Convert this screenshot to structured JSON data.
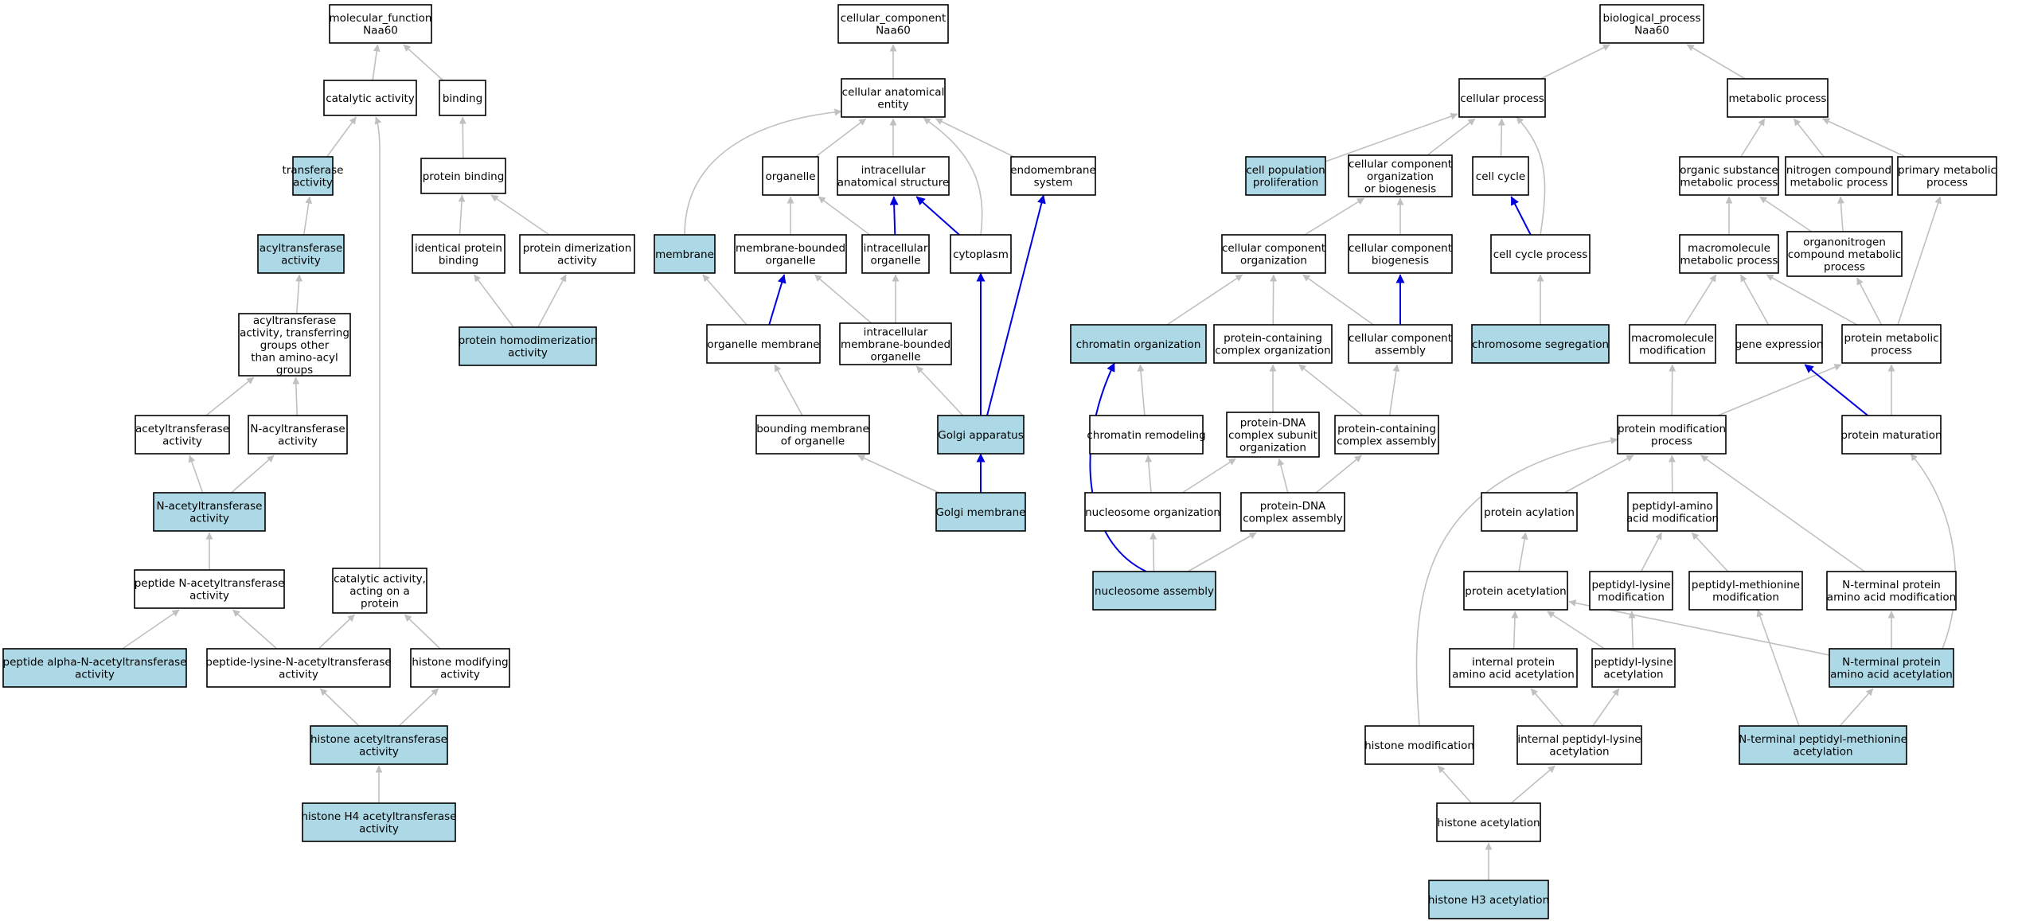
{
  "colors": {
    "highlight": "#add8e6",
    "plain": "#ffffff",
    "edge_gray": "#c0c0c0",
    "edge_blue": "#0000dd"
  },
  "nodes": [
    {
      "id": "mf",
      "lines": [
        "molecular_function",
        "Naa60"
      ],
      "hl": false
    },
    {
      "id": "catalytic",
      "lines": [
        "catalytic activity"
      ],
      "hl": false
    },
    {
      "id": "binding",
      "lines": [
        "binding"
      ],
      "hl": false
    },
    {
      "id": "transferase",
      "lines": [
        "transferase",
        "activity"
      ],
      "hl": true
    },
    {
      "id": "protbinding",
      "lines": [
        "protein binding"
      ],
      "hl": false
    },
    {
      "id": "acyltransferase",
      "lines": [
        "acyltransferase",
        "activity"
      ],
      "hl": true
    },
    {
      "id": "identprot",
      "lines": [
        "identical protein",
        "binding"
      ],
      "hl": false
    },
    {
      "id": "protdimer",
      "lines": [
        "protein dimerization",
        "activity"
      ],
      "hl": false
    },
    {
      "id": "acylother",
      "lines": [
        "acyltransferase",
        "activity, transferring",
        "groups other",
        "than amino-acyl",
        "groups"
      ],
      "hl": false
    },
    {
      "id": "homodimer",
      "lines": [
        "protein homodimerization",
        "activity"
      ],
      "hl": true
    },
    {
      "id": "acetyltrans",
      "lines": [
        "acetyltransferase",
        "activity"
      ],
      "hl": false
    },
    {
      "id": "nacyl",
      "lines": [
        "N-acyltransferase",
        "activity"
      ],
      "hl": false
    },
    {
      "id": "nacetyl",
      "lines": [
        "N-acetyltransferase",
        "activity"
      ],
      "hl": true
    },
    {
      "id": "peptidenacetyl",
      "lines": [
        "peptide N-acetyltransferase",
        "activity"
      ],
      "hl": false
    },
    {
      "id": "catprot",
      "lines": [
        "catalytic activity,",
        "acting on a",
        "protein"
      ],
      "hl": false
    },
    {
      "id": "pepalpha",
      "lines": [
        "peptide alpha-N-acetyltransferase",
        "activity"
      ],
      "hl": true
    },
    {
      "id": "peplysine",
      "lines": [
        "peptide-lysine-N-acetyltransferase",
        "activity"
      ],
      "hl": false
    },
    {
      "id": "histmod",
      "lines": [
        "histone modifying",
        "activity"
      ],
      "hl": false
    },
    {
      "id": "histacetyltrans",
      "lines": [
        "histone acetyltransferase",
        "activity"
      ],
      "hl": true
    },
    {
      "id": "h4",
      "lines": [
        "histone H4 acetyltransferase",
        "activity"
      ],
      "hl": true
    },
    {
      "id": "cc",
      "lines": [
        "cellular_component",
        "Naa60"
      ],
      "hl": false
    },
    {
      "id": "cae",
      "lines": [
        "cellular anatomical",
        "entity"
      ],
      "hl": false
    },
    {
      "id": "organelle",
      "lines": [
        "organelle"
      ],
      "hl": false
    },
    {
      "id": "ias",
      "lines": [
        "intracellular",
        "anatomical structure"
      ],
      "hl": false
    },
    {
      "id": "endomem",
      "lines": [
        "endomembrane",
        "system"
      ],
      "hl": false
    },
    {
      "id": "membrane",
      "lines": [
        "membrane"
      ],
      "hl": true
    },
    {
      "id": "mbo",
      "lines": [
        "membrane-bounded",
        "organelle"
      ],
      "hl": false
    },
    {
      "id": "io",
      "lines": [
        "intracellular",
        "organelle"
      ],
      "hl": false
    },
    {
      "id": "cytoplasm",
      "lines": [
        "cytoplasm"
      ],
      "hl": false
    },
    {
      "id": "orgmem",
      "lines": [
        "organelle membrane"
      ],
      "hl": false
    },
    {
      "id": "imbo",
      "lines": [
        "intracellular",
        "membrane-bounded",
        "organelle"
      ],
      "hl": false
    },
    {
      "id": "bmo",
      "lines": [
        "bounding membrane",
        "of organelle"
      ],
      "hl": false
    },
    {
      "id": "golgi",
      "lines": [
        "Golgi apparatus"
      ],
      "hl": true
    },
    {
      "id": "golgimem",
      "lines": [
        "Golgi membrane"
      ],
      "hl": true
    },
    {
      "id": "bp",
      "lines": [
        "biological_process",
        "Naa60"
      ],
      "hl": false
    },
    {
      "id": "cellproc",
      "lines": [
        "cellular process"
      ],
      "hl": false
    },
    {
      "id": "metproc",
      "lines": [
        "metabolic process"
      ],
      "hl": false
    },
    {
      "id": "cellpop",
      "lines": [
        "cell population",
        "proliferation"
      ],
      "hl": true
    },
    {
      "id": "ccob",
      "lines": [
        "cellular component",
        "organization",
        "or biogenesis"
      ],
      "hl": false
    },
    {
      "id": "cellcycle",
      "lines": [
        "cell cycle"
      ],
      "hl": false
    },
    {
      "id": "osmp",
      "lines": [
        "organic substance",
        "metabolic process"
      ],
      "hl": false
    },
    {
      "id": "ncmp",
      "lines": [
        "nitrogen compound",
        "metabolic process"
      ],
      "hl": false
    },
    {
      "id": "pmp",
      "lines": [
        "primary metabolic",
        "process"
      ],
      "hl": false
    },
    {
      "id": "cco",
      "lines": [
        "cellular component",
        "organization"
      ],
      "hl": false
    },
    {
      "id": "ccb",
      "lines": [
        "cellular component",
        "biogenesis"
      ],
      "hl": false
    },
    {
      "id": "ccp",
      "lines": [
        "cell cycle process"
      ],
      "hl": false
    },
    {
      "id": "mmp",
      "lines": [
        "macromolecule",
        "metabolic process"
      ],
      "hl": false
    },
    {
      "id": "ocmp",
      "lines": [
        "organonitrogen",
        "compound metabolic",
        "process"
      ],
      "hl": false
    },
    {
      "id": "chromorg",
      "lines": [
        "chromatin organization"
      ],
      "hl": true
    },
    {
      "id": "pcco",
      "lines": [
        "protein-containing",
        "complex organization"
      ],
      "hl": false
    },
    {
      "id": "cca",
      "lines": [
        "cellular component",
        "assembly"
      ],
      "hl": false
    },
    {
      "id": "chromseg",
      "lines": [
        "chromosome segregation"
      ],
      "hl": true
    },
    {
      "id": "mmod",
      "lines": [
        "macromolecule",
        "modification"
      ],
      "hl": false
    },
    {
      "id": "geneexp",
      "lines": [
        "gene expression"
      ],
      "hl": false
    },
    {
      "id": "protmet",
      "lines": [
        "protein metabolic",
        "process"
      ],
      "hl": false
    },
    {
      "id": "chromrem",
      "lines": [
        "chromatin remodeling"
      ],
      "hl": false
    },
    {
      "id": "pdnacso",
      "lines": [
        "protein-DNA",
        "complex subunit",
        "organization"
      ],
      "hl": false
    },
    {
      "id": "pcca",
      "lines": [
        "protein-containing",
        "complex assembly"
      ],
      "hl": false
    },
    {
      "id": "pmodproc",
      "lines": [
        "protein modification",
        "process"
      ],
      "hl": false
    },
    {
      "id": "protmat",
      "lines": [
        "protein maturation"
      ],
      "hl": false
    },
    {
      "id": "nucorg",
      "lines": [
        "nucleosome organization"
      ],
      "hl": false
    },
    {
      "id": "pdnaca",
      "lines": [
        "protein-DNA",
        "complex assembly"
      ],
      "hl": false
    },
    {
      "id": "protacyl",
      "lines": [
        "protein acylation"
      ],
      "hl": false
    },
    {
      "id": "pamod",
      "lines": [
        "peptidyl-amino",
        "acid modification"
      ],
      "hl": false
    },
    {
      "id": "nucasm",
      "lines": [
        "nucleosome assembly"
      ],
      "hl": true
    },
    {
      "id": "protacet",
      "lines": [
        "protein acetylation"
      ],
      "hl": false
    },
    {
      "id": "plmod",
      "lines": [
        "peptidyl-lysine",
        "modification"
      ],
      "hl": false
    },
    {
      "id": "pmmod",
      "lines": [
        "peptidyl-methionine",
        "modification"
      ],
      "hl": false
    },
    {
      "id": "ntpaam",
      "lines": [
        "N-terminal protein",
        "amino acid modification"
      ],
      "hl": false
    },
    {
      "id": "ipaaa",
      "lines": [
        "internal protein",
        "amino acid acetylation"
      ],
      "hl": false
    },
    {
      "id": "placet",
      "lines": [
        "peptidyl-lysine",
        "acetylation"
      ],
      "hl": false
    },
    {
      "id": "ntpaaa",
      "lines": [
        "N-terminal protein",
        "amino acid acetylation"
      ],
      "hl": true
    },
    {
      "id": "histmodproc",
      "lines": [
        "histone modification"
      ],
      "hl": false
    },
    {
      "id": "iplacet",
      "lines": [
        "internal peptidyl-lysine",
        "acetylation"
      ],
      "hl": false
    },
    {
      "id": "ntpma",
      "lines": [
        "N-terminal peptidyl-methionine",
        "acetylation"
      ],
      "hl": true
    },
    {
      "id": "histacet",
      "lines": [
        "histone acetylation"
      ],
      "hl": false
    },
    {
      "id": "h3",
      "lines": [
        "histone H3 acetylation"
      ],
      "hl": true
    }
  ],
  "edges": [
    {
      "from": "catalytic",
      "to": "mf",
      "color": "gray"
    },
    {
      "from": "binding",
      "to": "mf",
      "color": "gray"
    },
    {
      "from": "transferase",
      "to": "catalytic",
      "color": "gray"
    },
    {
      "from": "protbinding",
      "to": "binding",
      "color": "gray"
    },
    {
      "from": "acyltransferase",
      "to": "transferase",
      "color": "gray"
    },
    {
      "from": "identprot",
      "to": "protbinding",
      "color": "gray"
    },
    {
      "from": "protdimer",
      "to": "protbinding",
      "color": "gray"
    },
    {
      "from": "acylother",
      "to": "acyltransferase",
      "color": "gray"
    },
    {
      "from": "homodimer",
      "to": "identprot",
      "color": "gray"
    },
    {
      "from": "homodimer",
      "to": "protdimer",
      "color": "gray"
    },
    {
      "from": "acetyltrans",
      "to": "acylother",
      "color": "gray"
    },
    {
      "from": "nacyl",
      "to": "acylother",
      "color": "gray"
    },
    {
      "from": "nacetyl",
      "to": "acetyltrans",
      "color": "gray"
    },
    {
      "from": "nacetyl",
      "to": "nacyl",
      "color": "gray"
    },
    {
      "from": "peptidenacetyl",
      "to": "nacetyl",
      "color": "gray"
    },
    {
      "from": "catprot",
      "to": "catalytic",
      "color": "gray"
    },
    {
      "from": "pepalpha",
      "to": "peptidenacetyl",
      "color": "gray"
    },
    {
      "from": "peplysine",
      "to": "peptidenacetyl",
      "color": "gray"
    },
    {
      "from": "peplysine",
      "to": "catprot",
      "color": "gray"
    },
    {
      "from": "histmod",
      "to": "catprot",
      "color": "gray"
    },
    {
      "from": "histacetyltrans",
      "to": "peplysine",
      "color": "gray"
    },
    {
      "from": "histacetyltrans",
      "to": "histmod",
      "color": "gray"
    },
    {
      "from": "h4",
      "to": "histacetyltrans",
      "color": "gray"
    },
    {
      "from": "cae",
      "to": "cc",
      "color": "gray"
    },
    {
      "from": "organelle",
      "to": "cae",
      "color": "gray"
    },
    {
      "from": "ias",
      "to": "cae",
      "color": "gray"
    },
    {
      "from": "endomem",
      "to": "cae",
      "color": "gray"
    },
    {
      "from": "membrane",
      "to": "cae",
      "color": "gray"
    },
    {
      "from": "cytoplasm",
      "to": "cae",
      "color": "gray"
    },
    {
      "from": "mbo",
      "to": "organelle",
      "color": "gray"
    },
    {
      "from": "io",
      "to": "organelle",
      "color": "gray"
    },
    {
      "from": "io",
      "to": "ias",
      "color": "blue"
    },
    {
      "from": "cytoplasm",
      "to": "ias",
      "color": "blue"
    },
    {
      "from": "orgmem",
      "to": "membrane",
      "color": "gray"
    },
    {
      "from": "orgmem",
      "to": "mbo",
      "color": "blue"
    },
    {
      "from": "imbo",
      "to": "mbo",
      "color": "gray"
    },
    {
      "from": "imbo",
      "to": "io",
      "color": "gray"
    },
    {
      "from": "bmo",
      "to": "orgmem",
      "color": "gray"
    },
    {
      "from": "golgi",
      "to": "imbo",
      "color": "gray"
    },
    {
      "from": "golgi",
      "to": "cytoplasm",
      "color": "blue"
    },
    {
      "from": "golgi",
      "to": "endomem",
      "color": "blue"
    },
    {
      "from": "golgimem",
      "to": "golgi",
      "color": "blue"
    },
    {
      "from": "golgimem",
      "to": "bmo",
      "color": "gray"
    },
    {
      "from": "cellproc",
      "to": "bp",
      "color": "gray"
    },
    {
      "from": "metproc",
      "to": "bp",
      "color": "gray"
    },
    {
      "from": "cellpop",
      "to": "cellproc",
      "color": "gray"
    },
    {
      "from": "ccob",
      "to": "cellproc",
      "color": "gray"
    },
    {
      "from": "cellcycle",
      "to": "cellproc",
      "color": "gray"
    },
    {
      "from": "ccp",
      "to": "cellproc",
      "color": "gray"
    },
    {
      "from": "osmp",
      "to": "metproc",
      "color": "gray"
    },
    {
      "from": "ncmp",
      "to": "metproc",
      "color": "gray"
    },
    {
      "from": "pmp",
      "to": "metproc",
      "color": "gray"
    },
    {
      "from": "cco",
      "to": "ccob",
      "color": "gray"
    },
    {
      "from": "ccb",
      "to": "ccob",
      "color": "gray"
    },
    {
      "from": "ccp",
      "to": "cellcycle",
      "color": "blue"
    },
    {
      "from": "mmp",
      "to": "osmp",
      "color": "gray"
    },
    {
      "from": "ocmp",
      "to": "osmp",
      "color": "gray"
    },
    {
      "from": "ocmp",
      "to": "ncmp",
      "color": "gray"
    },
    {
      "from": "chromorg",
      "to": "cco",
      "color": "gray"
    },
    {
      "from": "pcco",
      "to": "cco",
      "color": "gray"
    },
    {
      "from": "cca",
      "to": "cco",
      "color": "gray"
    },
    {
      "from": "cca",
      "to": "ccb",
      "color": "blue"
    },
    {
      "from": "chromseg",
      "to": "ccp",
      "color": "gray"
    },
    {
      "from": "mmod",
      "to": "mmp",
      "color": "gray"
    },
    {
      "from": "geneexp",
      "to": "mmp",
      "color": "gray"
    },
    {
      "from": "protmet",
      "to": "mmp",
      "color": "gray"
    },
    {
      "from": "protmet",
      "to": "ocmp",
      "color": "gray"
    },
    {
      "from": "protmet",
      "to": "pmp",
      "color": "gray"
    },
    {
      "from": "chromrem",
      "to": "chromorg",
      "color": "gray"
    },
    {
      "from": "pdnacso",
      "to": "pcco",
      "color": "gray"
    },
    {
      "from": "pcca",
      "to": "pcco",
      "color": "gray"
    },
    {
      "from": "pcca",
      "to": "cca",
      "color": "gray"
    },
    {
      "from": "pmodproc",
      "to": "mmod",
      "color": "gray"
    },
    {
      "from": "pmodproc",
      "to": "protmet",
      "color": "gray"
    },
    {
      "from": "protmat",
      "to": "protmet",
      "color": "gray"
    },
    {
      "from": "protmat",
      "to": "geneexp",
      "color": "blue"
    },
    {
      "from": "nucorg",
      "to": "chromrem",
      "color": "gray"
    },
    {
      "from": "nucorg",
      "to": "pdnacso",
      "color": "gray"
    },
    {
      "from": "pdnaca",
      "to": "pdnacso",
      "color": "gray"
    },
    {
      "from": "pdnaca",
      "to": "pcca",
      "color": "gray"
    },
    {
      "from": "protacyl",
      "to": "pmodproc",
      "color": "gray"
    },
    {
      "from": "pamod",
      "to": "pmodproc",
      "color": "gray"
    },
    {
      "from": "ntpaam",
      "to": "pmodproc",
      "color": "gray"
    },
    {
      "from": "nucasm",
      "to": "nucorg",
      "color": "gray"
    },
    {
      "from": "nucasm",
      "to": "pdnaca",
      "color": "gray"
    },
    {
      "from": "nucasm",
      "to": "chromorg",
      "color": "blue"
    },
    {
      "from": "protacet",
      "to": "protacyl",
      "color": "gray"
    },
    {
      "from": "plmod",
      "to": "pamod",
      "color": "gray"
    },
    {
      "from": "pmmod",
      "to": "pamod",
      "color": "gray"
    },
    {
      "from": "ipaaa",
      "to": "protacet",
      "color": "gray"
    },
    {
      "from": "placet",
      "to": "protacet",
      "color": "gray"
    },
    {
      "from": "placet",
      "to": "plmod",
      "color": "gray"
    },
    {
      "from": "ntpaaa",
      "to": "protacet",
      "color": "gray"
    },
    {
      "from": "ntpaaa",
      "to": "ntpaam",
      "color": "gray"
    },
    {
      "from": "ntpaaa",
      "to": "protmat",
      "color": "gray"
    },
    {
      "from": "histmodproc",
      "to": "pmodproc",
      "color": "gray"
    },
    {
      "from": "iplacet",
      "to": "ipaaa",
      "color": "gray"
    },
    {
      "from": "iplacet",
      "to": "placet",
      "color": "gray"
    },
    {
      "from": "ntpma",
      "to": "pmmod",
      "color": "gray"
    },
    {
      "from": "ntpma",
      "to": "ntpaaa",
      "color": "gray"
    },
    {
      "from": "histacet",
      "to": "histmodproc",
      "color": "gray"
    },
    {
      "from": "histacet",
      "to": "iplacet",
      "color": "gray"
    },
    {
      "from": "h3",
      "to": "histacet",
      "color": "gray"
    }
  ]
}
